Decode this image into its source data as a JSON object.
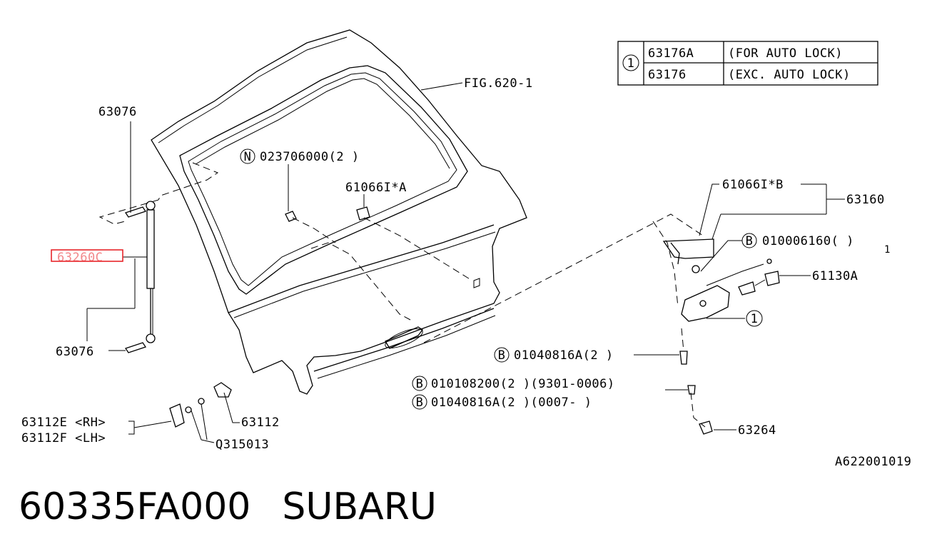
{
  "figure_ref": "FIG.620-1",
  "drawing_number": "A622001019",
  "legend_table": {
    "marker": "1",
    "rows": [
      {
        "part": "63176A",
        "note": "(FOR AUTO LOCK)"
      },
      {
        "part": "63176",
        "note": "(EXC. AUTO LOCK)"
      }
    ]
  },
  "callouts": {
    "p63076_top": "63076",
    "p63260_highlight": "63260C",
    "p63076_bottom": "63076",
    "nut_circle": "N",
    "nut_part": "023706000(2 )",
    "p61066_a": "61066I*A",
    "p61066_b": "61066I*B",
    "p63160": "63160",
    "bolt1_circle": "B",
    "bolt1_part": "010006160(   )",
    "bolt1_qty": "1",
    "p61130a": "61130A",
    "item1_marker": "1",
    "bolt2_circle": "B",
    "bolt2_part": "01040816A(2 )",
    "bolt3_circle": "B",
    "bolt3_part": "010108200(2 )(9301-0006)",
    "bolt4_circle": "B",
    "bolt4_part": "01040816A(2 )(0007-      )",
    "p63112e": "63112E <RH>",
    "p63112f": "63112F <LH>",
    "p63112": "63112",
    "q315013": "Q315013",
    "p63264": "63264"
  },
  "caption": {
    "part_number": "60335FA000",
    "brand": "SUBARU"
  },
  "colors": {
    "highlight_box": "#e8262b",
    "highlight_text": "#e8262b",
    "line": "#000000"
  }
}
